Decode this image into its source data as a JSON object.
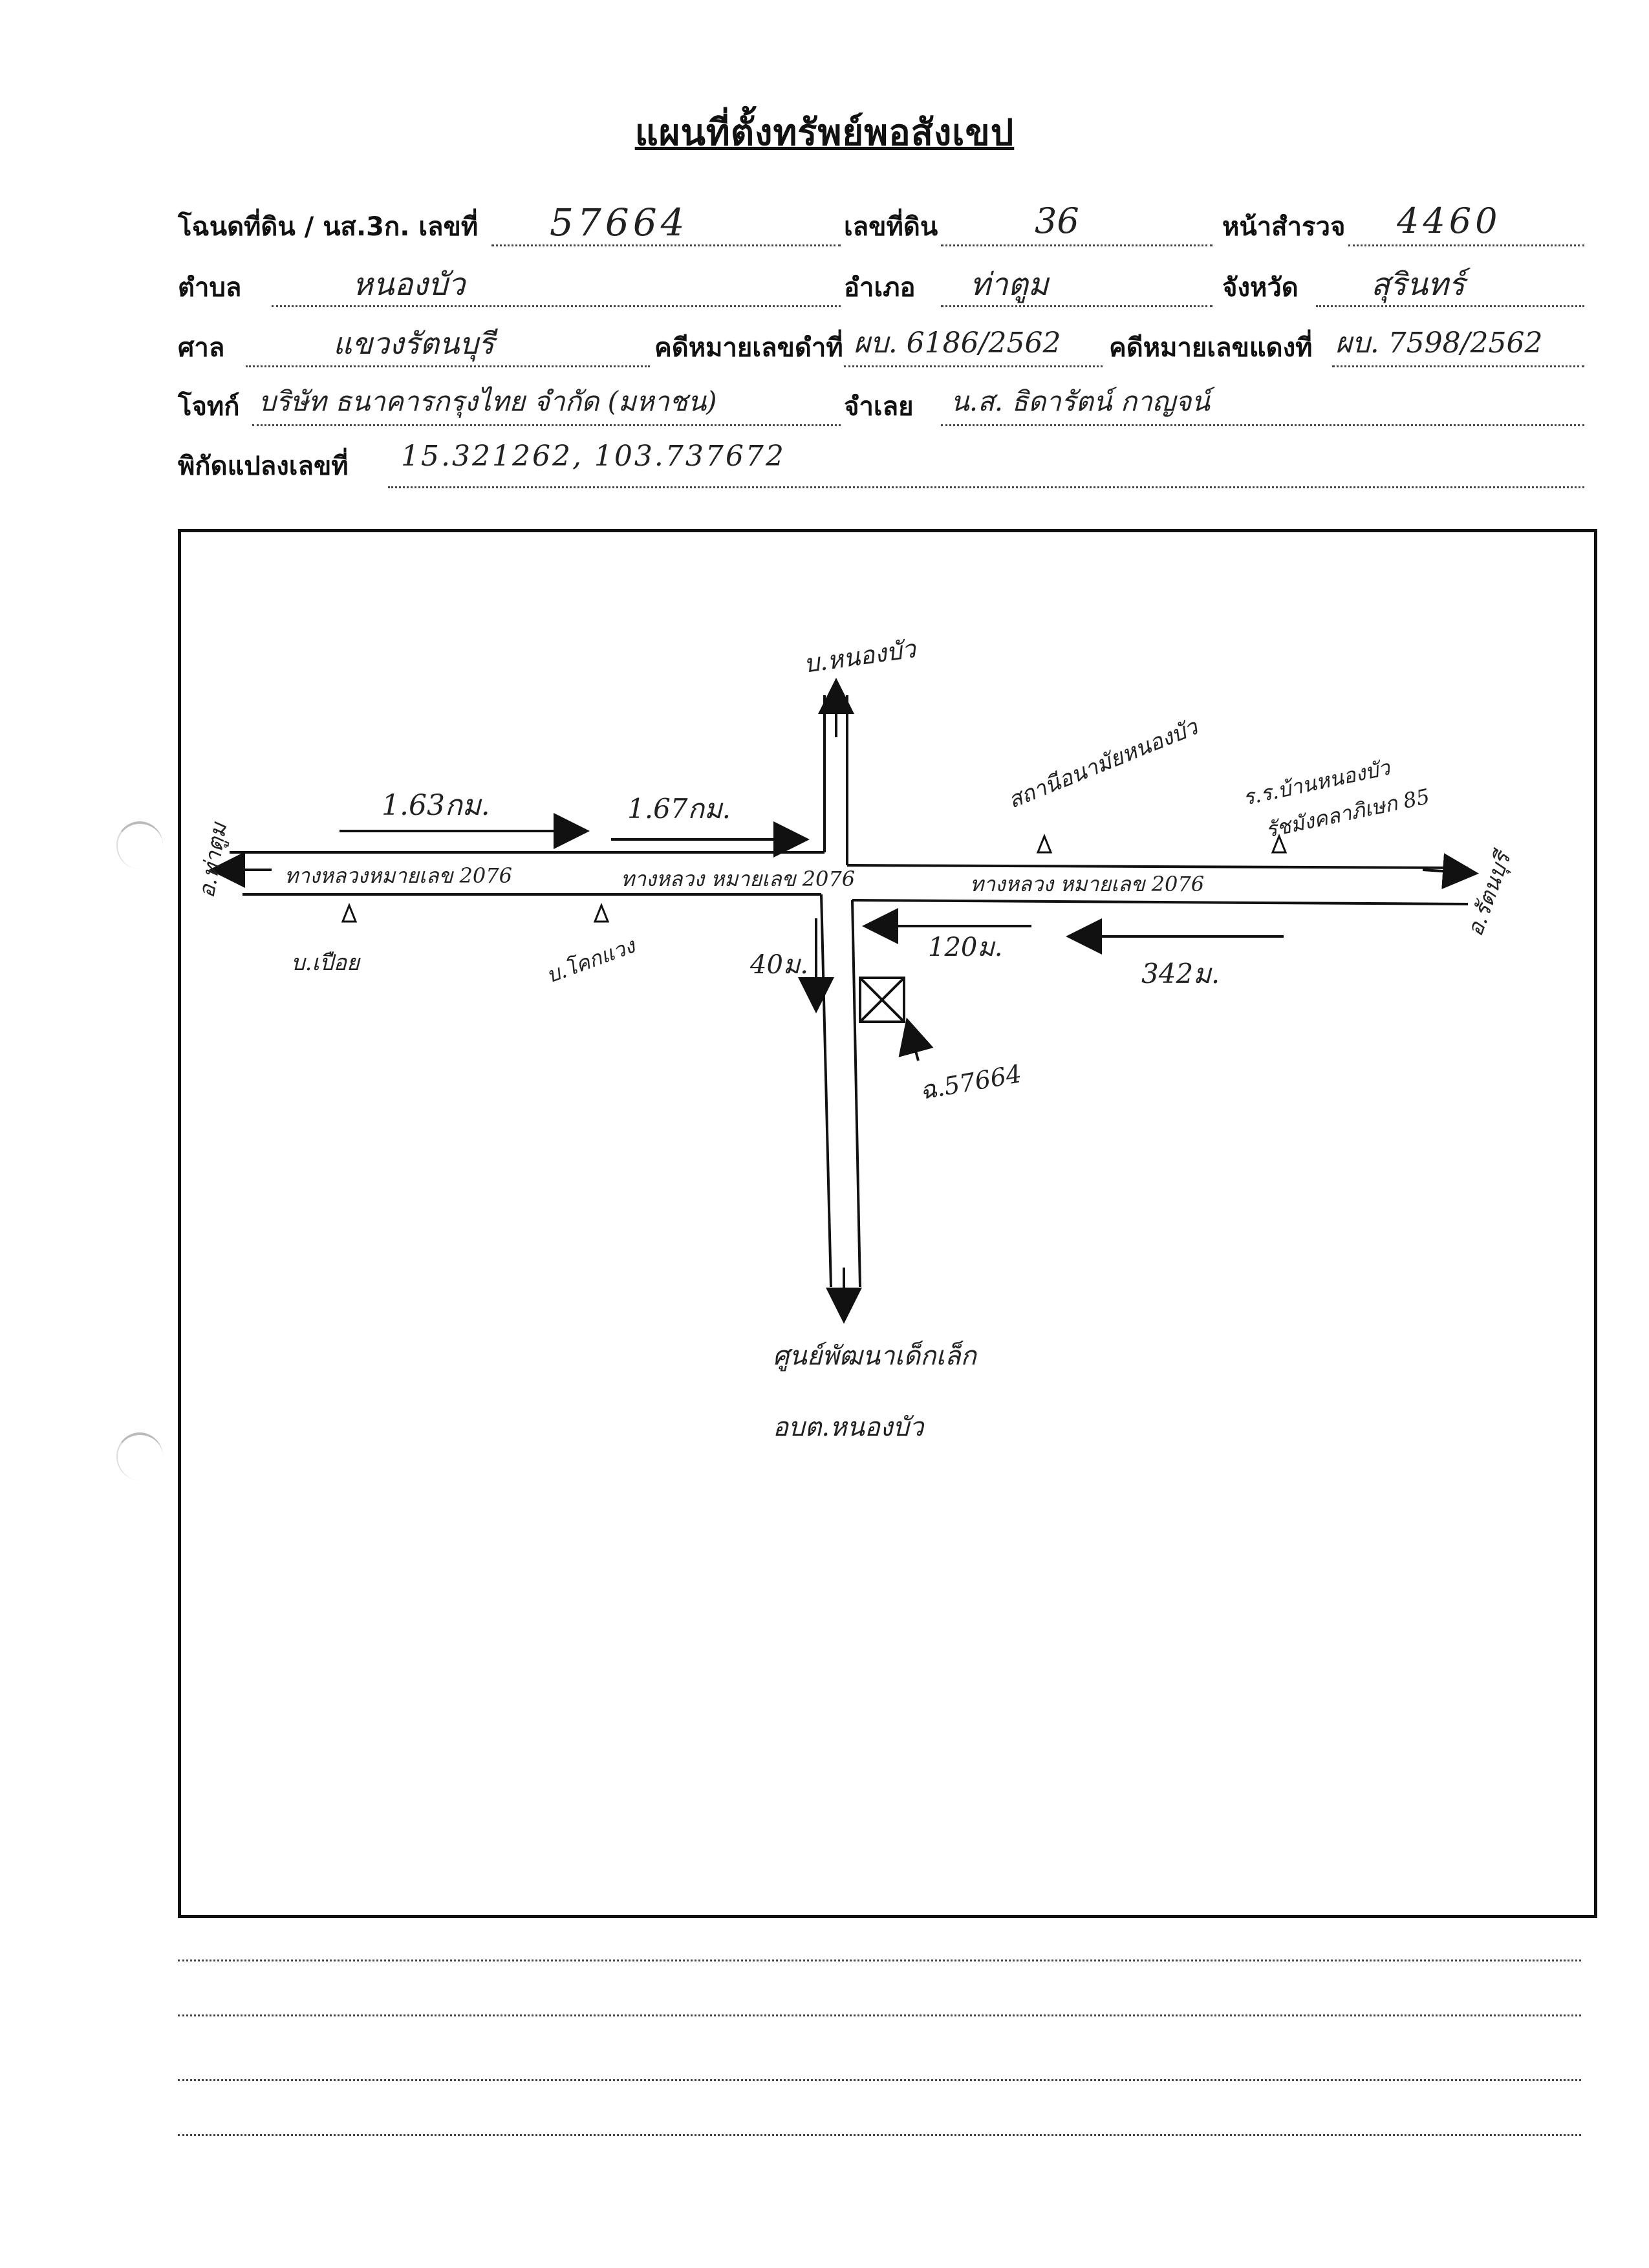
{
  "title": "แผนที่ตั้งทรัพย์พอสังเขป",
  "form": {
    "deed_label": "โฉนดที่ดิน / นส.3ก. เลขที่",
    "deed_no": "57664",
    "land_no_label": "เลขที่ดิน",
    "land_no": "36",
    "survey_page_label": "หน้าสำรวจ",
    "survey_page": "4460",
    "tambon_label": "ตำบล",
    "tambon": "หนองบัว",
    "amphoe_label": "อำเภอ",
    "amphoe": "ท่าตูม",
    "province_label": "จังหวัด",
    "province": "สุรินทร์",
    "court_label": "ศาล",
    "court": "แขวงรัตนบุรี",
    "black_case_label": "คดีหมายเลขดำที่",
    "black_case": "ผบ. 6186/2562",
    "red_case_label": "คดีหมายเลขแดงที่",
    "red_case": "ผบ. 7598/2562",
    "plaintiff_label": "โจทก์",
    "plaintiff": "บริษัท ธนาคารกรุงไทย จำกัด (มหาชน)",
    "defendant_label": "จำเลย",
    "defendant": "น.ส. ธิดารัตน์ กาญจน์",
    "coords_label": "พิกัดแปลงเลขที่",
    "coords": "15.321262, 103.737672"
  },
  "map": {
    "north_label": "บ.หนองบัว",
    "south_label_1": "ศูนย์พัฒนาเด็กเล็ก",
    "south_label_2": "อบต.หนองบัว",
    "west_label": "อ.ท่าตูม",
    "east_label": "อ.รัตนบุรี",
    "road_w": "ทางหลวงหมายเลข 2076",
    "road_mid": "ทางหลวง หมายเลข 2076",
    "road_e": "ทางหลวง หมายเลข 2076",
    "dist_1": "1.63กม.",
    "dist_2": "1.67กม.",
    "dist_3": "120ม.",
    "dist_4": "342ม.",
    "dist_5": "40ม.",
    "place_temple": "สถานีอนามัยหนองบัว",
    "place_school_1": "ร.ร.บ้านหนองบัว",
    "place_school_2": "รัชมังคลาภิเษก 85",
    "place_w1": "บ.เปือย",
    "place_w2": "บ.โคกแวง",
    "parcel_label": "ฉ.57664"
  }
}
